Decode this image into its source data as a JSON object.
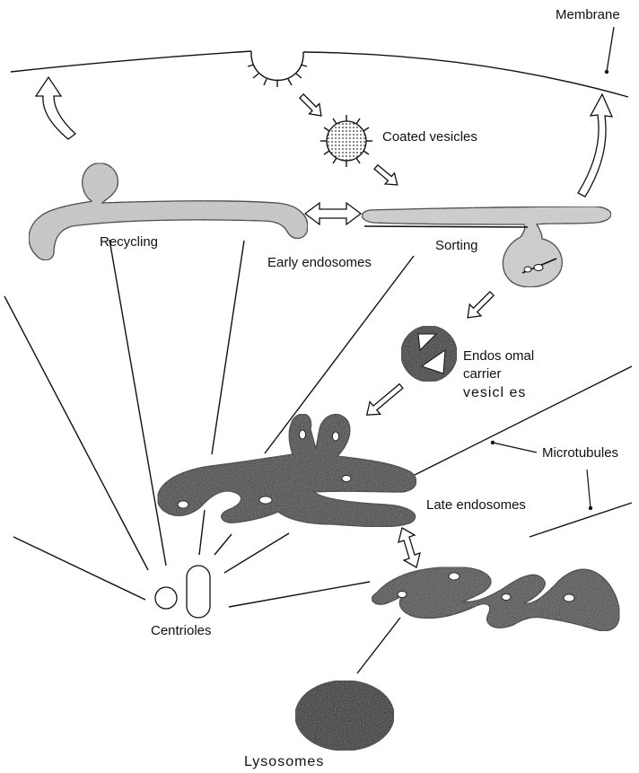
{
  "labels": {
    "membrane": "Membrane",
    "coated_vesicles": "Coated vesicles",
    "recycling": "Recycling",
    "early_endosomes": "Early endosomes",
    "sorting": "Sorting",
    "endosomal_line1": "Endos omal",
    "endosomal_line2": "carrier",
    "endosomal_line3": "vesicl es",
    "microtubules": "Microtubules",
    "late_endosomes": "Late endosomes",
    "centrioles": "Centrioles",
    "lysosomes": "Lysosomes"
  },
  "colors": {
    "line": "#111111",
    "early_endosome_fill": "#c9c9c9",
    "late_endosome_fill": "#3a3a3a",
    "carrier_fill": "#2a2a2a",
    "lysosome_fill": "#1e1e1e",
    "coated_vesicle_fill": "#bdbdbd",
    "arrow_fill": "#ffffff"
  }
}
